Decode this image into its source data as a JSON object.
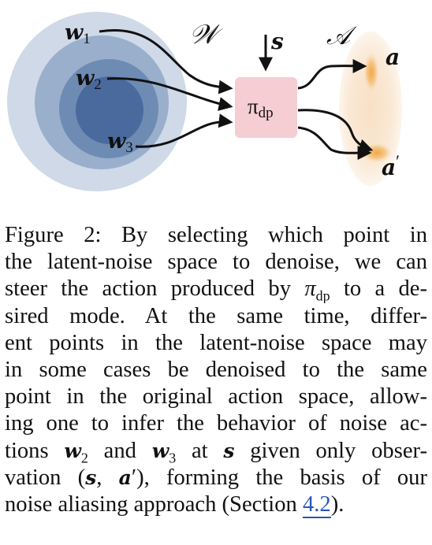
{
  "figure": {
    "noise_space_label": "𝒲",
    "action_space_label": "𝒜",
    "noise_points": [
      {
        "sym": "w",
        "sub": "1"
      },
      {
        "sym": "w",
        "sub": "2"
      },
      {
        "sym": "w",
        "sub": "3"
      }
    ],
    "state_label": "s",
    "policy": {
      "sym": "π",
      "sub": "dp"
    },
    "actions": [
      {
        "sym": "a",
        "prime": ""
      },
      {
        "sym": "a",
        "prime": "′"
      }
    ],
    "colors": {
      "ring_outer": "#cfd9e8",
      "ring_mid": "#99afcc",
      "ring_inner": "#6e8bb4",
      "core": "#4a6a9e",
      "policy_box": "#f5cdd2",
      "action_halo": "#f8e3cc",
      "mode": "#f0a848"
    }
  },
  "caption": {
    "lines": [
      "Figure 2: By selecting which point in",
      "the latent-noise space to denoise, we can",
      [
        "steer the action produced by ",
        {
          "m": "π",
          "sub": "dp"
        },
        " to a de-"
      ],
      "sired mode.  At the same time, differ-",
      "ent points in the latent-noise space may",
      "in some cases be denoised to the same",
      "point in the original action space, allow-",
      "ing one to infer the behavior of noise ac-",
      [
        "tions ",
        {
          "b": "w",
          "sub": "2"
        },
        " and ",
        {
          "b": "w",
          "sub": "3"
        },
        " at ",
        {
          "b": "s"
        },
        " given only obser-"
      ],
      [
        "vation (",
        {
          "b": "s"
        },
        ", ",
        {
          "b": "a",
          "prime": "′"
        },
        "), forming the basis of our"
      ],
      [
        "noise aliasing approach (Section ",
        {
          "ref": "4.2"
        },
        ")."
      ]
    ]
  }
}
